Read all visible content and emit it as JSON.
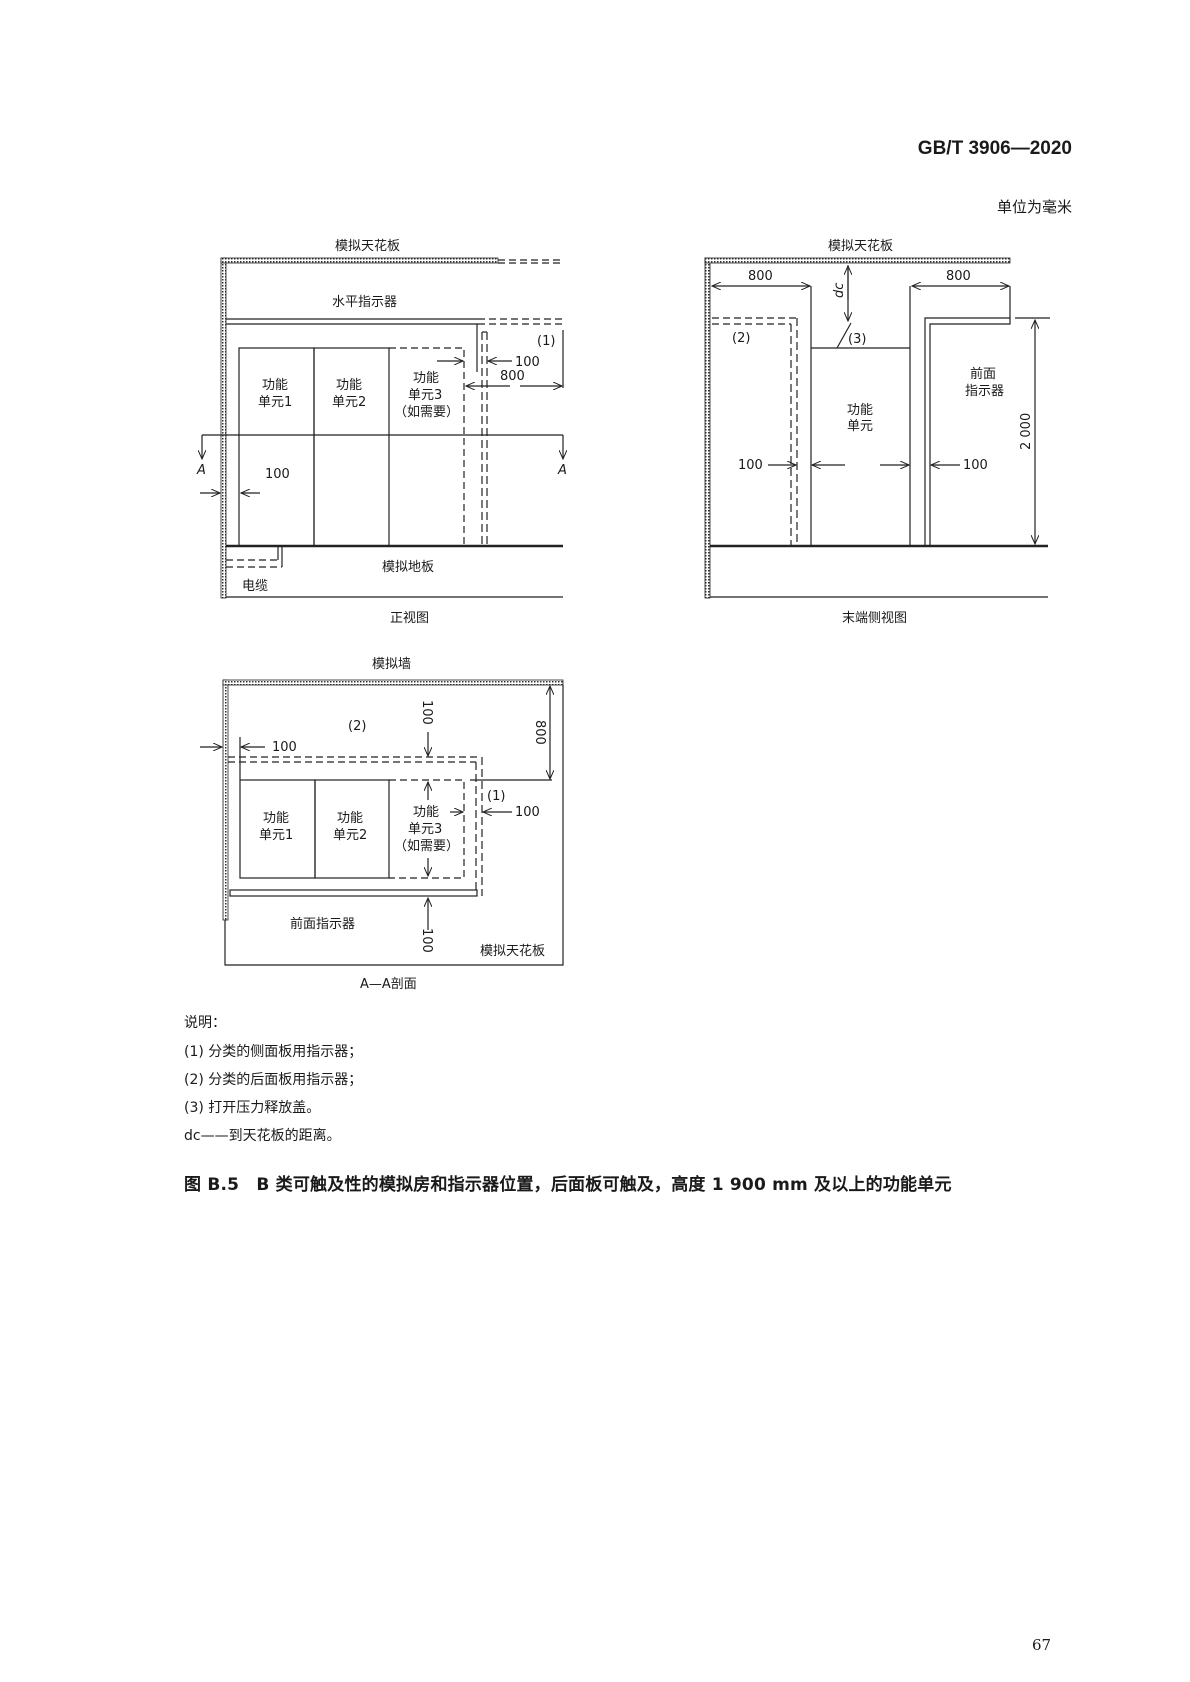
{
  "header": {
    "standard": "GB/T 3906—2020",
    "unit_note": "单位为毫米"
  },
  "front_view": {
    "ceiling": "模拟天花板",
    "horizontal_indicator": "水平指示器",
    "unit1": [
      "功能",
      "单元1"
    ],
    "unit2": [
      "功能",
      "单元2"
    ],
    "unit3": [
      "功能",
      "单元3",
      "（如需要）"
    ],
    "label_1": "(1)",
    "dim_100_top": "100",
    "dim_800": "800",
    "dim_100_left": "100",
    "section_a": "A",
    "floor": "模拟地板",
    "cable": "电缆",
    "caption": "正视图"
  },
  "side_view": {
    "ceiling": "模拟天花板",
    "dim_800_left": "800",
    "dim_800_right": "800",
    "dc": "dc",
    "label_2": "(2)",
    "label_3": "(3)",
    "unit": [
      "功能",
      "单元"
    ],
    "front_indicator": [
      "前面",
      "指示器"
    ],
    "dim_2000": "2 000",
    "dim_100_left": "100",
    "dim_100_right": "100",
    "caption": "末端侧视图"
  },
  "section_view": {
    "wall": "模拟墙",
    "label_2": "(2)",
    "label_1": "(1)",
    "dim_100_top": "100",
    "dim_100_left": "100",
    "dim_800": "800",
    "dim_100_right": "100",
    "dim_100_bottom": "100",
    "unit1": [
      "功能",
      "单元1"
    ],
    "unit2": [
      "功能",
      "单元2"
    ],
    "unit3": [
      "功能",
      "单元3",
      "（如需要）"
    ],
    "front_indicator": "前面指示器",
    "ceiling": "模拟天花板",
    "caption": "A—A剖面"
  },
  "legend": {
    "title": "说明：",
    "items": [
      "(1) 分类的侧面板用指示器；",
      "(2) 分类的后面板用指示器；",
      "(3) 打开压力释放盖。",
      "dc——到天花板的距离。"
    ]
  },
  "figure_caption": "图 B.5　B 类可触及性的模拟房和指示器位置，后面板可触及，高度 1 900 mm 及以上的功能单元",
  "page_number": "67"
}
